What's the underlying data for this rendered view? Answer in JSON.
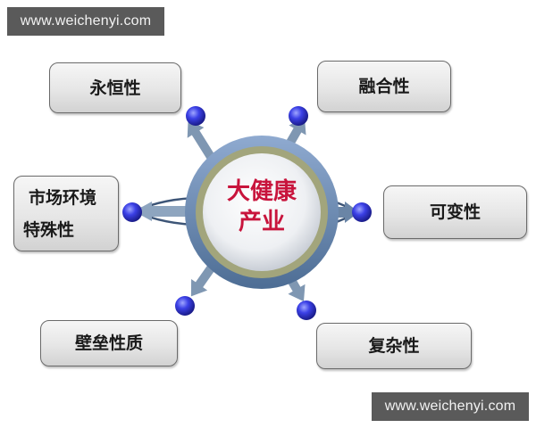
{
  "watermarks": [
    {
      "text": "www.weichenyi.com",
      "position": "top-left"
    },
    {
      "text": "www.weichenyi.com",
      "position": "bottom-right"
    }
  ],
  "center": {
    "lines": [
      "大健康",
      "产业"
    ],
    "text_color": "#c8143c"
  },
  "nodes": [
    {
      "id": "permanence",
      "lines": [
        "永恒性"
      ]
    },
    {
      "id": "integration",
      "lines": [
        "融合性"
      ]
    },
    {
      "id": "market-environment",
      "lines": [
        "市场环境",
        "特殊性"
      ]
    },
    {
      "id": "variability",
      "lines": [
        "可变性"
      ]
    },
    {
      "id": "barrier",
      "lines": [
        "壁垒性质"
      ]
    },
    {
      "id": "complexity",
      "lines": [
        "复杂性"
      ]
    }
  ],
  "colors": {
    "dot": "#3a3fe0",
    "arrow": "#7f9bb5",
    "ring_outer": "#6f8fb3",
    "ring_inner": "#9aa07a",
    "watermark_bg": "#5a5a5a"
  }
}
